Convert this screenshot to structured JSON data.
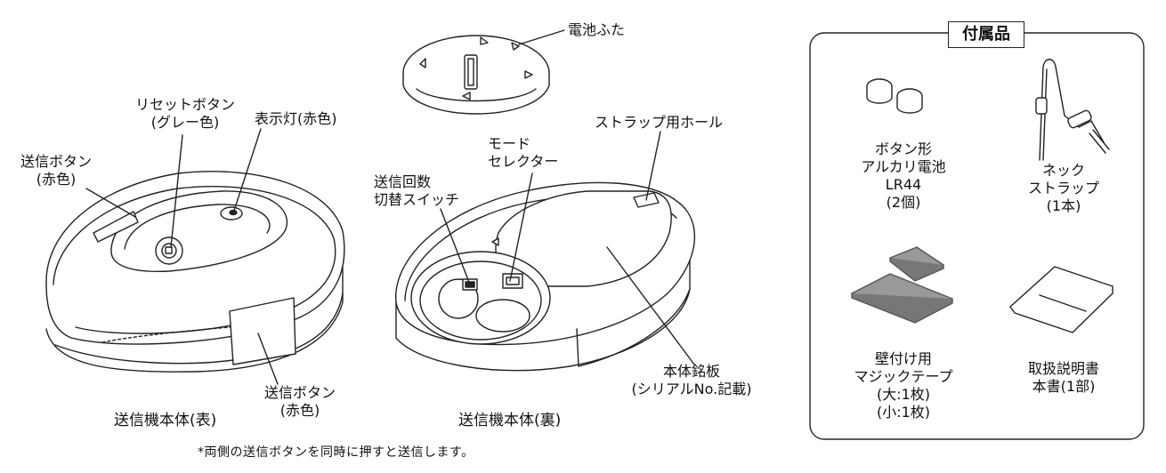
{
  "left_device": {
    "caption": "送信機本体(表)",
    "labels": {
      "reset_button": [
        "リセットボタン",
        "(グレー色)"
      ],
      "indicator": [
        "表示灯(赤色)"
      ],
      "send_button_left": [
        "送信ボタン",
        "(赤色)"
      ],
      "send_button_right": [
        "送信ボタン",
        "(赤色)"
      ]
    }
  },
  "center_device": {
    "caption": "送信機本体(裏)",
    "labels": {
      "battery_cover": [
        "電池ふた"
      ],
      "mode_selector": [
        "モード",
        "セレクター"
      ],
      "count_switch": [
        "送信回数",
        "切替スイッチ"
      ],
      "strap_hole": [
        "ストラップ用ホール"
      ],
      "nameplate": [
        "本体銘板",
        "(シリアルNo.記載)"
      ]
    }
  },
  "accessories": {
    "title": "付属品",
    "items": {
      "battery": [
        "ボタン形",
        "アルカリ電池",
        "LR44",
        "(2個)"
      ],
      "strap": [
        "ネック",
        "ストラップ",
        "(1本)"
      ],
      "tape": [
        "壁付け用",
        "マジックテープ",
        "(大:1枚)",
        "(小:1枚)"
      ],
      "manual": [
        "取扱説明書",
        "本書(1部)"
      ]
    }
  },
  "footnote": "*両側の送信ボタンを同時に押すと送信します。"
}
